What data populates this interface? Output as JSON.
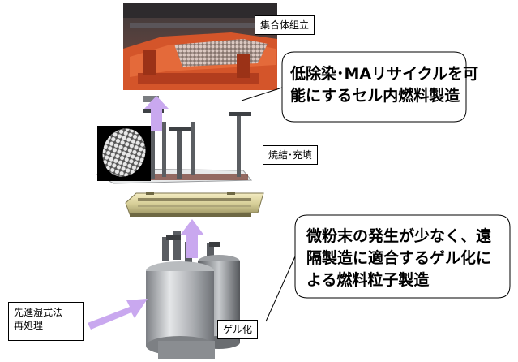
{
  "labels": {
    "assembly": "集合体組立",
    "sintering": "焼結･充填",
    "gelation": "ゲル化",
    "reprocessing_line1": "先進湿式法",
    "reprocessing_line2": "再処理"
  },
  "callouts": {
    "top_line1": "低除染･MAリサイクルを可",
    "top_line2": "能にするセル内燃料製造",
    "bottom_line1": "微粉末の発生が少なく、遠",
    "bottom_line2": "隔製造に適合するゲル化に",
    "bottom_line3": "よる燃料粒子製造"
  },
  "colors": {
    "arrow": "#c9a8ef",
    "machine_orange": "#d4552a",
    "steel": "#8d9094"
  }
}
